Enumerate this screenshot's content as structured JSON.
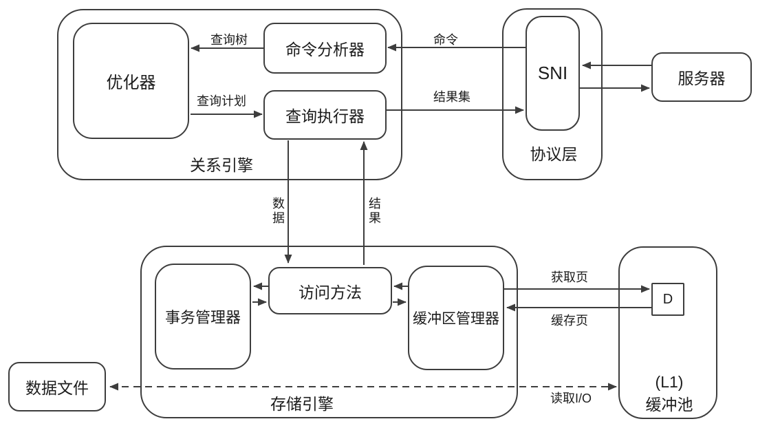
{
  "diagram": {
    "containers": {
      "relational_engine": {
        "label": "关系引擎"
      },
      "protocol_layer": {
        "label": "协议层"
      },
      "storage_engine": {
        "label": "存储引擎"
      },
      "buffer_pool": {
        "label_line1": "(L1)",
        "label_line2": "缓冲池"
      }
    },
    "nodes": {
      "optimizer": {
        "label": "优化器"
      },
      "command_parser": {
        "label": "命令分析器"
      },
      "query_executor": {
        "label": "查询执行器"
      },
      "sni": {
        "label": "SNI"
      },
      "server": {
        "label": "服务器"
      },
      "transaction_manager": {
        "label": "事务管理器"
      },
      "access_methods": {
        "label": "访问方法"
      },
      "buffer_manager": {
        "label": "缓冲区管理器"
      },
      "data_file": {
        "label": "数据文件"
      },
      "page_d": {
        "label": "D"
      }
    },
    "edge_labels": {
      "query_tree": "查询树",
      "query_plan": "查询计划",
      "command": "命令",
      "result_set": "结果集",
      "data": "数据",
      "result": "结果",
      "get_page": "获取页",
      "cached_page": "缓存页",
      "read_io": "读取I/O"
    },
    "colors": {
      "stroke": "#3d3d3d",
      "text": "#1c1c1c",
      "background": "#ffffff"
    }
  }
}
